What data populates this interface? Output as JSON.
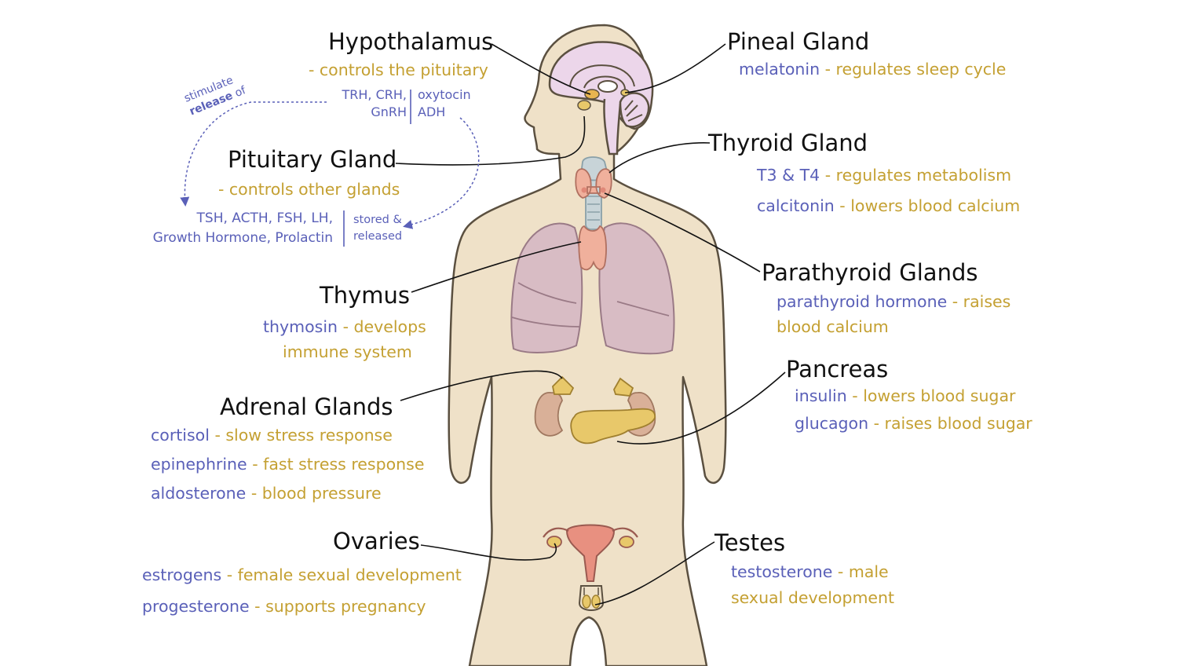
{
  "colors": {
    "hormone": "#5a60b8",
    "function": "#c4a032",
    "title": "#111111",
    "skin": "#efe1c8",
    "skin_outline": "#5b5040",
    "brain": "#ecd6ea",
    "lung": "#d8bcc4",
    "thyroid": "#f0b09c",
    "kidney": "#d9b098",
    "gland_yellow": "#e8c86a",
    "uterus": "#e89080",
    "trachea": "#c8d4d8"
  },
  "glands": {
    "hypothalamus": {
      "title": "Hypothalamus",
      "desc": "- controls the pituitary",
      "left_hormones": [
        "TRH, CRH,",
        "GnRH"
      ],
      "right_hormones": [
        "oxytocin",
        "ADH"
      ],
      "stimulate": "stimulate",
      "release": "release",
      "of": "of"
    },
    "pituitary": {
      "title": "Pituitary Gland",
      "desc": "- controls other glands",
      "hormones": [
        "TSH, ACTH, FSH, LH,",
        "Growth Hormone, Prolactin"
      ],
      "stored": [
        "stored &",
        "released"
      ]
    },
    "pineal": {
      "title": "Pineal Gland",
      "hormone": "melatonin",
      "func": "- regulates sleep cycle"
    },
    "thyroid": {
      "title": "Thyroid Gland",
      "lines": [
        {
          "hormone": "T3 & T4",
          "func": "- regulates metabolism"
        },
        {
          "hormone": "calcitonin",
          "func": "- lowers blood calcium"
        }
      ]
    },
    "parathyroid": {
      "title": "Parathyroid Glands",
      "hormone": "parathyroid hormone",
      "func1": "- raises",
      "func2": "blood calcium"
    },
    "thymus": {
      "title": "Thymus",
      "hormone": "thymosin",
      "func1": "- develops",
      "func2": "immune system"
    },
    "pancreas": {
      "title": "Pancreas",
      "lines": [
        {
          "hormone": "insulin",
          "func": "- lowers blood sugar"
        },
        {
          "hormone": "glucagon",
          "func": "- raises blood sugar"
        }
      ]
    },
    "adrenal": {
      "title": "Adrenal Glands",
      "lines": [
        {
          "hormone": "cortisol",
          "func": "- slow stress response"
        },
        {
          "hormone": "epinephrine",
          "func": "- fast stress response"
        },
        {
          "hormone": "aldosterone",
          "func": "- blood pressure"
        }
      ]
    },
    "ovaries": {
      "title": "Ovaries",
      "lines": [
        {
          "hormone": "estrogens",
          "func": "- female sexual development"
        },
        {
          "hormone": "progesterone",
          "func": "- supports pregnancy"
        }
      ]
    },
    "testes": {
      "title": "Testes",
      "hormone": "testosterone",
      "func1": "- male",
      "func2": "sexual development"
    }
  }
}
